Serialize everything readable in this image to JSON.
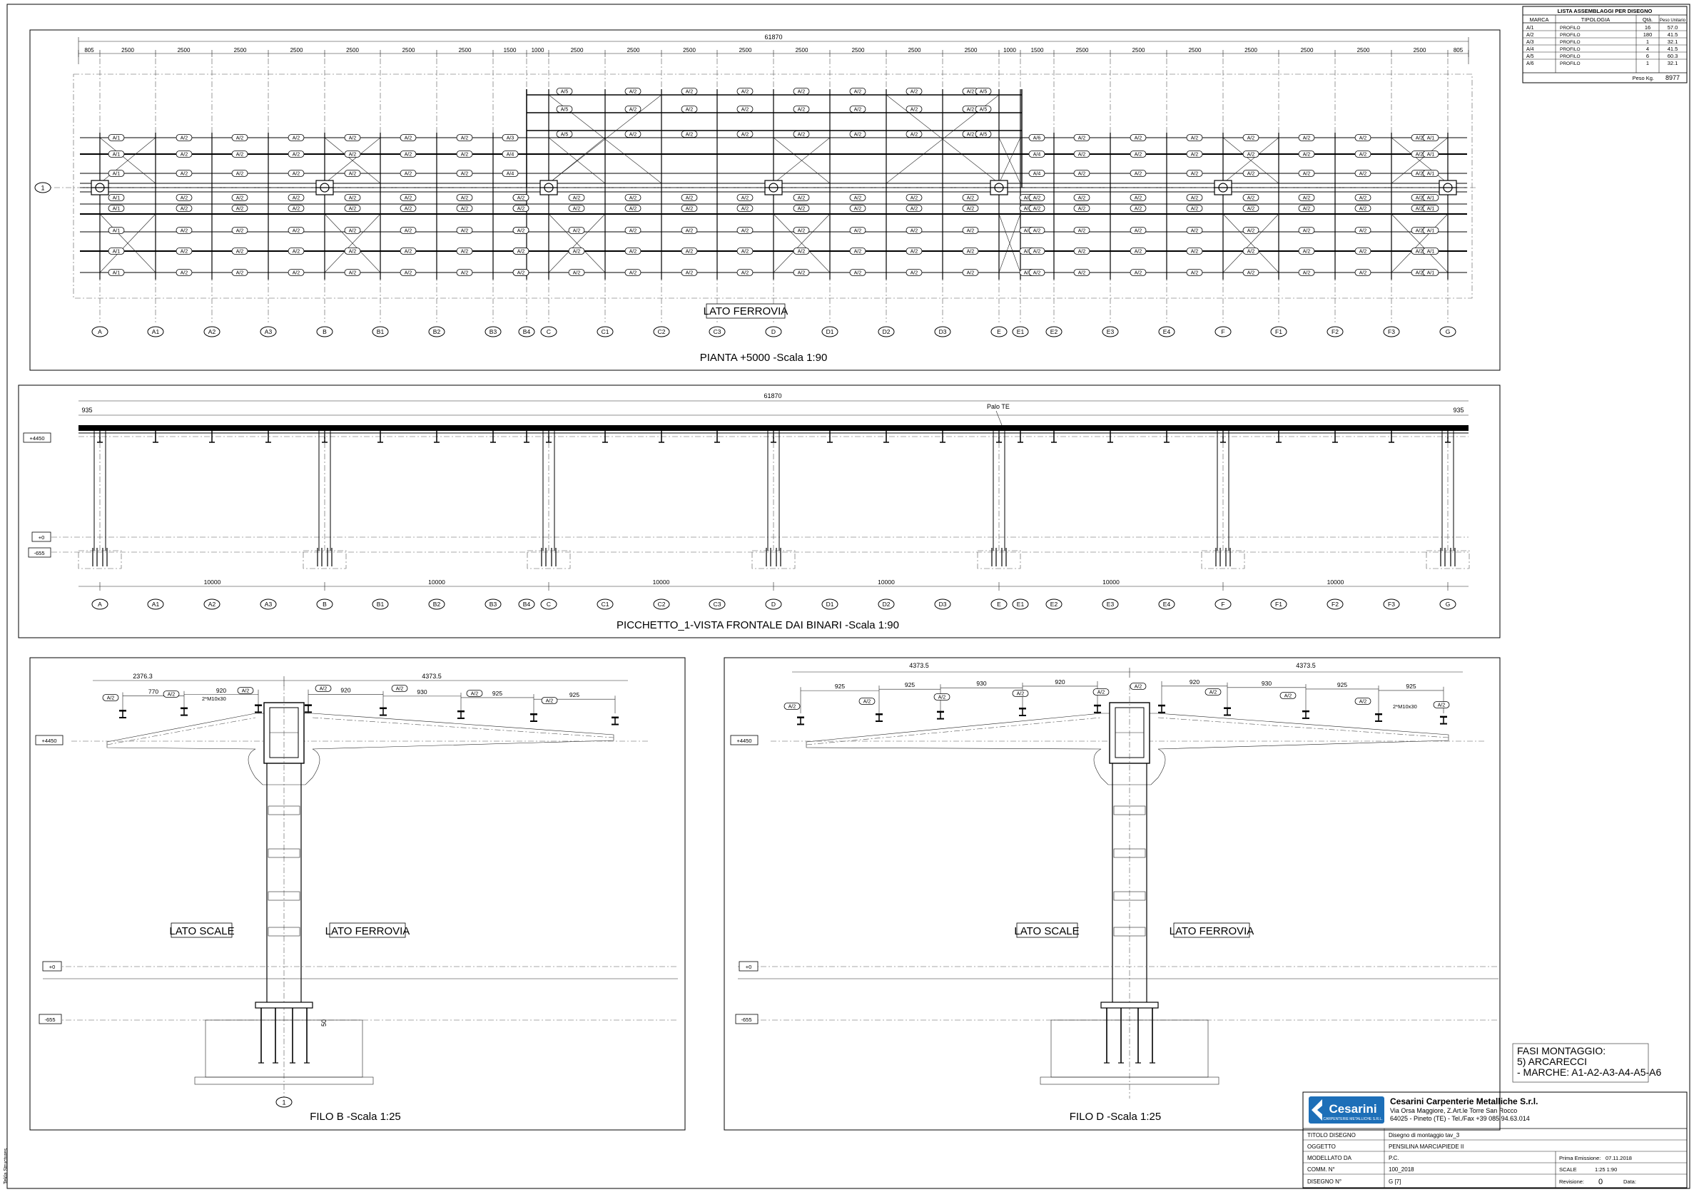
{
  "plan": {
    "title": "PIANTA +5000 -Scala 1:90",
    "side_label": "LATO FERROVIA",
    "overall_dim": "61870",
    "segment_dims": [
      "805",
      "2500",
      "2500",
      "2500",
      "2500",
      "2500",
      "2500",
      "2500",
      "1500",
      "1000",
      "2500",
      "2500",
      "2500",
      "2500",
      "2500",
      "2500",
      "2500",
      "2500",
      "1000",
      "1500",
      "2500",
      "2500",
      "2500",
      "2500",
      "2500",
      "2500",
      "2500",
      "805"
    ],
    "row_bubble": "1",
    "rows": [
      [
        "A/1",
        "A/2",
        "A/2",
        "A/2",
        "A/2",
        "A/2",
        "A/2",
        "A/3",
        "",
        "",
        "",
        "",
        "",
        "",
        "",
        "",
        "",
        "",
        "A/6",
        "A/2",
        "A/2",
        "A/2",
        "A/2",
        "A/2",
        "A/2",
        "A/2",
        "A/1"
      ],
      [
        "A/1",
        "A/2",
        "A/2",
        "A/2",
        "A/2",
        "A/2",
        "A/2",
        "A/4",
        "",
        "",
        "",
        "",
        "",
        "",
        "",
        "",
        "",
        "",
        "A/4",
        "A/2",
        "A/2",
        "A/2",
        "A/2",
        "A/2",
        "A/2",
        "A/2",
        "A/1"
      ],
      [
        "A/1",
        "A/2",
        "A/2",
        "A/2",
        "A/2",
        "A/2",
        "A/2",
        "A/4",
        "",
        "",
        "",
        "",
        "",
        "",
        "",
        "",
        "",
        "",
        "A/4",
        "A/2",
        "A/2",
        "A/2",
        "A/2",
        "A/2",
        "A/2",
        "A/2",
        "A/1"
      ],
      [
        "A/1",
        "A/2",
        "A/2",
        "A/2",
        "A/2",
        "A/2",
        "A/2",
        "A/2",
        "A/2",
        "A/2",
        "A/2",
        "A/2",
        "A/2",
        "A/2",
        "A/2",
        "A/2",
        "A/2",
        "A/2",
        "A/2",
        "A/2",
        "A/2",
        "A/2",
        "A/2",
        "A/2",
        "A/2",
        "A/2",
        "A/1"
      ],
      [
        "A/1",
        "A/2",
        "A/2",
        "A/2",
        "A/2",
        "A/2",
        "A/2",
        "A/2",
        "A/2",
        "A/2",
        "A/2",
        "A/2",
        "A/2",
        "A/2",
        "A/2",
        "A/2",
        "A/2",
        "A/2",
        "A/2",
        "A/2",
        "A/2",
        "A/2",
        "A/2",
        "A/2",
        "A/2",
        "A/2",
        "A/1"
      ],
      [
        "A/1",
        "A/2",
        "A/2",
        "A/2",
        "A/2",
        "A/2",
        "A/2",
        "A/2",
        "A/2",
        "A/2",
        "A/2",
        "A/2",
        "A/2",
        "A/2",
        "A/2",
        "A/2",
        "A/2",
        "A/2",
        "A/2",
        "A/2",
        "A/2",
        "A/2",
        "A/2",
        "A/2",
        "A/2",
        "A/2",
        "A/1"
      ],
      [
        "A/1",
        "A/2",
        "A/2",
        "A/2",
        "A/2",
        "A/2",
        "A/2",
        "A/2",
        "A/2",
        "A/2",
        "A/2",
        "A/2",
        "A/2",
        "A/2",
        "A/2",
        "A/2",
        "A/2",
        "A/2",
        "A/2",
        "A/2",
        "A/2",
        "A/2",
        "A/2",
        "A/2",
        "A/2",
        "A/2",
        "A/1"
      ],
      [
        "A/1",
        "A/2",
        "A/2",
        "A/2",
        "A/2",
        "A/2",
        "A/2",
        "A/2",
        "A/2",
        "A/2",
        "A/2",
        "A/2",
        "A/2",
        "A/2",
        "A/2",
        "A/2",
        "A/2",
        "A/2",
        "A/2",
        "A/2",
        "A/2",
        "A/2",
        "A/2",
        "A/2",
        "A/2",
        "A/2",
        "A/1"
      ]
    ],
    "upper_rows": [
      [
        "A/5",
        "A/2",
        "A/2",
        "A/2",
        "A/2",
        "A/2",
        "A/2",
        "A/2",
        "A/5"
      ],
      [
        "A/5",
        "A/2",
        "A/2",
        "A/2",
        "A/2",
        "A/2",
        "A/2",
        "A/2",
        "A/5"
      ],
      [
        "A/5",
        "A/2",
        "A/2",
        "A/2",
        "A/2",
        "A/2",
        "A/2",
        "A/2",
        "A/5"
      ]
    ]
  },
  "grid_labels": [
    "A",
    "A1",
    "A2",
    "A3",
    "B",
    "B1",
    "B2",
    "B3",
    "B4",
    "C",
    "C1",
    "C2",
    "C3",
    "D",
    "D1",
    "D2",
    "D3",
    "E",
    "E1",
    "E2",
    "E3",
    "E4",
    "F",
    "F1",
    "F2",
    "F3",
    "G"
  ],
  "elevation": {
    "title": "PICCHETTO_1-VISTA FRONTALE DAI BINARI -Scala 1:90",
    "overall_dim": "61870",
    "end_dim_left": "935",
    "end_dim_right": "935",
    "note": "Palo TE",
    "levels": [
      "+4450",
      "+0",
      "-655"
    ],
    "span_dims": [
      "10000",
      "10000",
      "10000",
      "10000",
      "10000",
      "10000"
    ]
  },
  "sections": [
    {
      "title": "FILO B -Scala 1:25",
      "left_label": "LATO SCALE",
      "right_label": "LATO FERROVIA",
      "top_dims": [
        "2376.3",
        "4373.5"
      ],
      "spacing_dims": [
        "770",
        "920",
        "920",
        "930",
        "925",
        "925"
      ],
      "bolt_note": "2*M10x30",
      "tags": [
        "A/2",
        "A/2",
        "A/2",
        "A/2",
        "A/2",
        "A/2",
        "A/2"
      ],
      "levels": [
        "+4450",
        "+0",
        "-655"
      ],
      "small_dim": "50",
      "grid_bubble": "1"
    },
    {
      "title": "FILO D -Scala 1:25",
      "left_label": "LATO SCALE",
      "right_label": "LATO FERROVIA",
      "top_dims": [
        "4373.5",
        "4373.5"
      ],
      "spacing_dims": [
        "925",
        "925",
        "930",
        "920",
        "920",
        "930",
        "925",
        "925"
      ],
      "bolt_note": "2*M10x30",
      "tags": [
        "A/2",
        "A/2",
        "A/2",
        "A/2",
        "A/2",
        "A/2",
        "A/2",
        "A/2",
        "A/2",
        "A/2"
      ],
      "levels": [
        "+4450",
        "+0",
        "-655"
      ]
    }
  ],
  "assembly_list": {
    "title": "LISTA ASSEMBLAGGI PER DISEGNO",
    "headers": [
      "MARCA",
      "TIPOLOGIA",
      "Qtà.",
      "Peso Unitario"
    ],
    "rows": [
      [
        "A/1",
        "PROFILO",
        "16",
        "57.0"
      ],
      [
        "A/2",
        "PROFILO",
        "180",
        "41.5"
      ],
      [
        "A/3",
        "PROFILO",
        "1",
        "32.1"
      ],
      [
        "A/4",
        "PROFILO",
        "4",
        "41.5"
      ],
      [
        "A/5",
        "PROFILO",
        "6",
        "60.3"
      ],
      [
        "A/6",
        "PROFILO",
        "1",
        "32.1"
      ]
    ],
    "total_label": "Peso Kg.",
    "total_value": "8977"
  },
  "phases": {
    "line1": "FASI MONTAGGIO:",
    "line2": "5) ARCARECCI",
    "line3": "- MARCHE: A1-A2-A3-A4-A5-A6"
  },
  "title_block": {
    "logo_text": "Cesarini",
    "logo_sub": "CARPENTERIE METALLICHE S.R.L.",
    "company": "Cesarini Carpenterie Metalliche S.r.l.",
    "address1": "Via Orsa Maggiore, Z.Art.le Torre San Rocco",
    "address2": "64025 - Pineto (TE) - Tel./Fax +39 085 94.63.014",
    "fields": [
      {
        "label": "TITOLO DISEGNO",
        "value": "Disegno di montaggio tav_3"
      },
      {
        "label": "OGGETTO",
        "value": "PENSILINA MARCIAPIEDE II"
      },
      {
        "label": "MODELLATO DA",
        "value": "P.C."
      },
      {
        "label": "COMM. N°",
        "value": "100_2018"
      },
      {
        "label": "DISEGNO N°",
        "value": "G  [7]"
      }
    ],
    "first_issue_label": "Prima Emissione:",
    "first_issue_value": "07.11.2018",
    "scale_label": "SCALE",
    "scale_value": "1:25     1:90",
    "revision_label": "Revisione:",
    "revision_value": "0",
    "date_label": "Data:"
  },
  "side_credit": "Tekla Structures"
}
